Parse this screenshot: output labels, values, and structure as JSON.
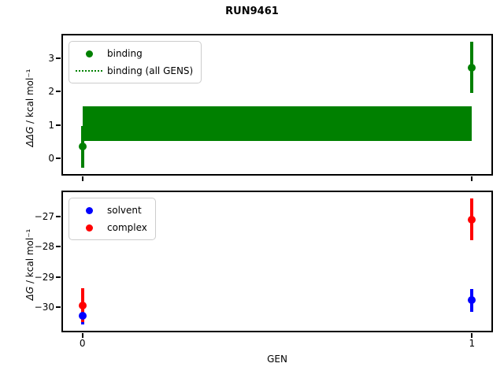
{
  "figure": {
    "title": "RUN9461",
    "background": "#ffffff"
  },
  "chart_data": [
    {
      "type": "scatter",
      "subplot": "top",
      "title": "",
      "xlabel": "",
      "ylabel": "ΔΔG / kcal mol⁻¹",
      "ylabel_math": "ΔΔG",
      "ylabel_rest": " / kcal mol⁻¹",
      "x": [
        0,
        1
      ],
      "xlim": [
        -0.05,
        1.05
      ],
      "ylim": [
        -0.47,
        3.68
      ],
      "yticks": [
        0,
        1,
        2,
        3
      ],
      "xticks": [
        0,
        1
      ],
      "xticklabels": [
        "",
        ""
      ],
      "grid": false,
      "legend_position": "upper left",
      "legend_entries": [
        "binding",
        "binding (all GENS)"
      ],
      "series": [
        {
          "name": "binding",
          "color": "#008000",
          "marker": "circle",
          "values": [
            0.35,
            2.72
          ],
          "yerr": [
            0.62,
            0.77
          ]
        }
      ],
      "band": {
        "name": "binding (all GENS)",
        "color": "#008000",
        "line_style": "dotted",
        "x_range": [
          0,
          1
        ],
        "center": 1.03,
        "lo": 0.51,
        "hi": 1.55
      }
    },
    {
      "type": "scatter",
      "subplot": "bottom",
      "title": "",
      "xlabel": "GEN",
      "ylabel": "ΔG / kcal mol⁻¹",
      "ylabel_math": "ΔG",
      "ylabel_rest": " / kcal mol⁻¹",
      "x": [
        0,
        1
      ],
      "xlim": [
        -0.05,
        1.05
      ],
      "ylim": [
        -30.77,
        -26.2
      ],
      "yticks": [
        -27,
        -28,
        -29,
        -30
      ],
      "xticks": [
        0,
        1
      ],
      "xticklabels": [
        "0",
        "1"
      ],
      "grid": false,
      "legend_position": "upper left",
      "legend_entries": [
        "solvent",
        "complex"
      ],
      "series": [
        {
          "name": "solvent",
          "color": "#0000ff",
          "marker": "circle",
          "values": [
            -30.27,
            -29.77
          ],
          "yerr": [
            0.28,
            0.37
          ]
        },
        {
          "name": "complex",
          "color": "#ff0000",
          "marker": "circle",
          "values": [
            -29.93,
            -27.1
          ],
          "yerr": [
            0.55,
            0.68
          ]
        }
      ]
    }
  ]
}
